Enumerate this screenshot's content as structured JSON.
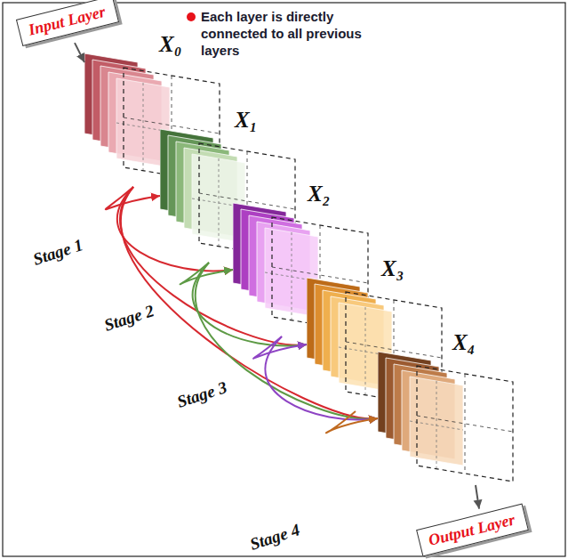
{
  "diagram": {
    "nodes": [
      {
        "text": [
          "Input Layer"
        ]
      },
      {
        "text": [
          "X₀"
        ]
      },
      {
        "text": [
          "X₁"
        ]
      },
      {
        "text": [
          "X₂"
        ]
      },
      {
        "text": [
          "X₃"
        ]
      },
      {
        "text": [
          "X₄"
        ]
      },
      {
        "text": [
          "Output Layer"
        ]
      }
    ],
    "edges": [
      {
        "from": 0,
        "to": 1,
        "arrow": "to"
      },
      {
        "from": 1,
        "to": 2,
        "arrow": "to"
      },
      {
        "from": 1,
        "to": 3,
        "arrow": "to"
      },
      {
        "from": 1,
        "to": 4,
        "arrow": "to"
      },
      {
        "from": 1,
        "to": 5,
        "arrow": "to"
      },
      {
        "from": 2,
        "to": 3,
        "arrow": "to"
      },
      {
        "from": 2,
        "to": 4,
        "arrow": "to"
      },
      {
        "from": 2,
        "to": 5,
        "arrow": "to"
      },
      {
        "from": 3,
        "to": 4,
        "arrow": "to"
      },
      {
        "from": 3,
        "to": 5,
        "arrow": "to"
      },
      {
        "from": 4,
        "to": 5,
        "arrow": "to"
      },
      {
        "from": 5,
        "to": 6,
        "arrow": "to"
      }
    ],
    "labels": [
      "Stage 1",
      "Stage 2",
      "Stage 3",
      "Stage 4"
    ],
    "legend": [
      {
        "text": "Each layer is directly connected to all previous layers",
        "color": "#e8121a"
      }
    ]
  }
}
